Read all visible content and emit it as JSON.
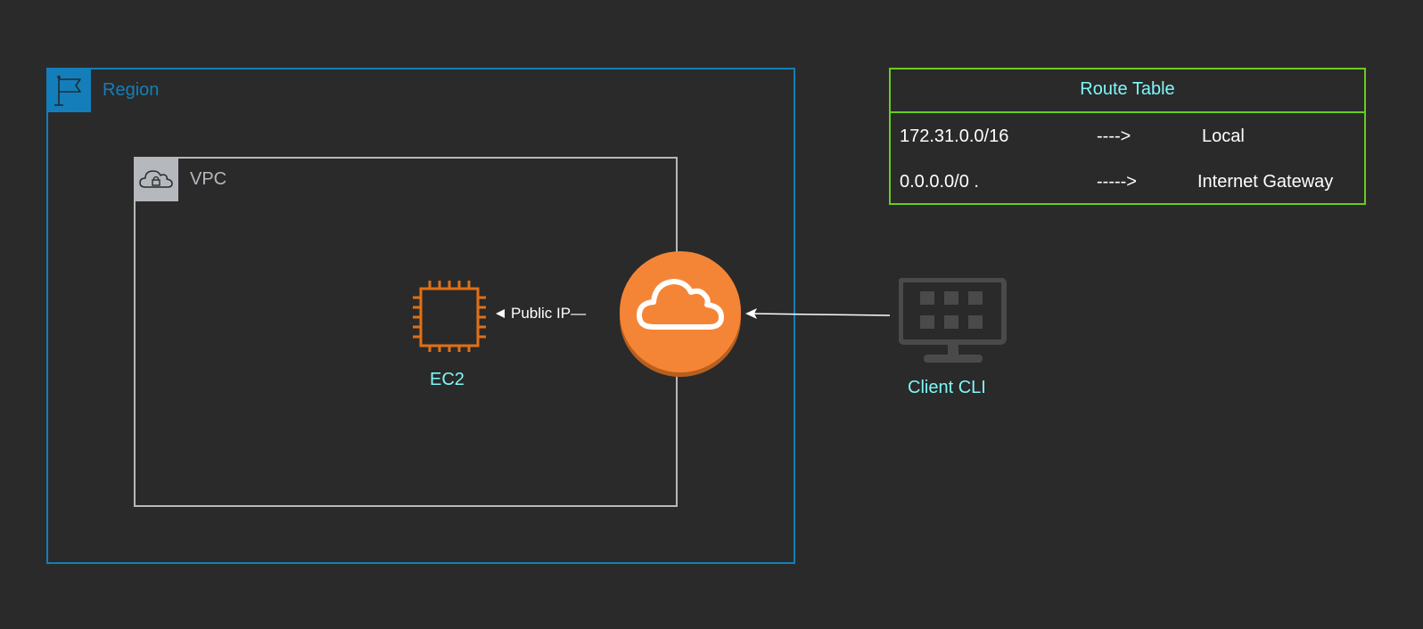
{
  "region": {
    "label": "Region",
    "icon": "flag-icon",
    "color": "#147EBA"
  },
  "vpc": {
    "label": "VPC",
    "icon": "cloud-lock-icon",
    "color": "#B5B8BD"
  },
  "ec2": {
    "label": "EC2",
    "icon": "chip-icon",
    "color": "#E07016"
  },
  "connection": {
    "label": "Public IP—"
  },
  "internet_gateway": {
    "icon": "cloud-icon",
    "color": "#F58536"
  },
  "client": {
    "label": "Client CLI",
    "icon": "monitor-icon"
  },
  "route_table": {
    "title": "Route Table",
    "border_color": "#6ACC1F",
    "rows": [
      {
        "destination": "172.31.0.0/16",
        "arrow": "---->",
        "target": "Local"
      },
      {
        "destination": "0.0.0.0/0 .",
        "arrow": "----->",
        "target": "Internet Gateway"
      }
    ]
  },
  "colors": {
    "background": "#2A2A2A",
    "label_accent": "#7FF7F7"
  }
}
